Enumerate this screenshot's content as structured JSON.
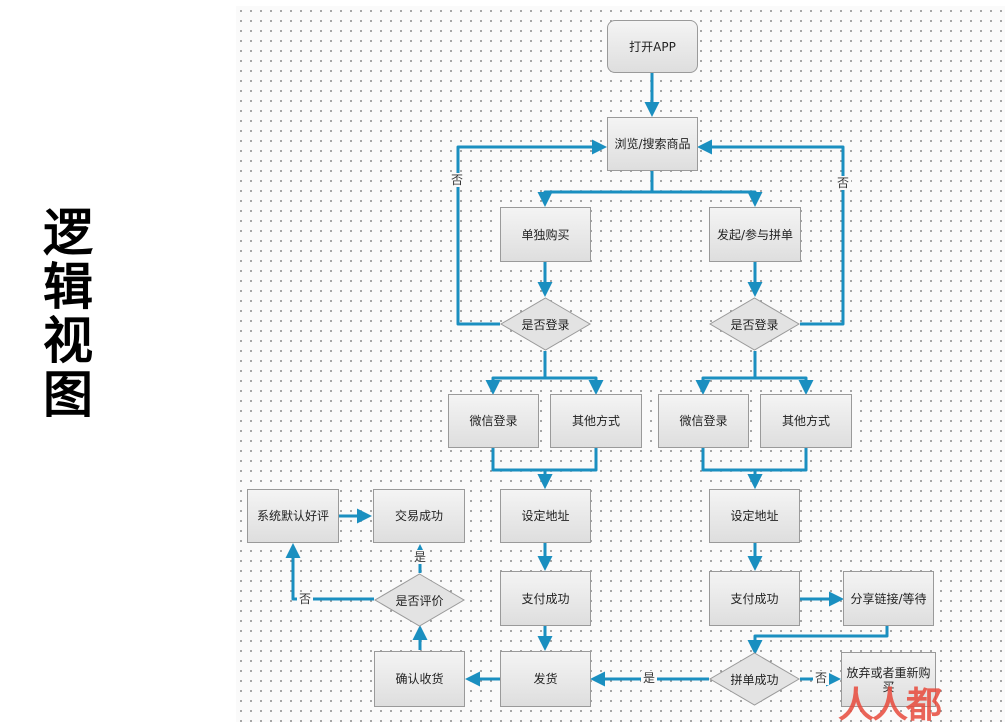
{
  "title_chars": [
    "逻",
    "辑",
    "视",
    "图"
  ],
  "nodes": {
    "open_app": "打开APP",
    "browse": "浏览/搜索商品",
    "buy_alone": "单独购买",
    "group_buy": "发起/参与拼单",
    "login_check_left": "是否登录",
    "login_check_right": "是否登录",
    "wechat_left": "微信登录",
    "other_left": "其他方式",
    "wechat_right": "微信登录",
    "other_right": "其他方式",
    "address_left": "设定地址",
    "address_right": "设定地址",
    "pay_left": "支付成功",
    "pay_right": "支付成功",
    "share": "分享链接/等待",
    "ship": "发货",
    "confirm_receipt": "确认收货",
    "review_check": "是否评价",
    "trade_success": "交易成功",
    "default_review": "系统默认好评",
    "group_success": "拼单成功",
    "give_up": "放弃或者重新购买"
  },
  "edge_labels": {
    "no_left": "否",
    "no_right": "否",
    "review_yes": "是",
    "review_no": "否",
    "group_yes": "是",
    "group_no": "否"
  },
  "watermark": "人人都",
  "colors": {
    "connector": "#1a8fc0",
    "node_border": "#9a9a9a"
  }
}
